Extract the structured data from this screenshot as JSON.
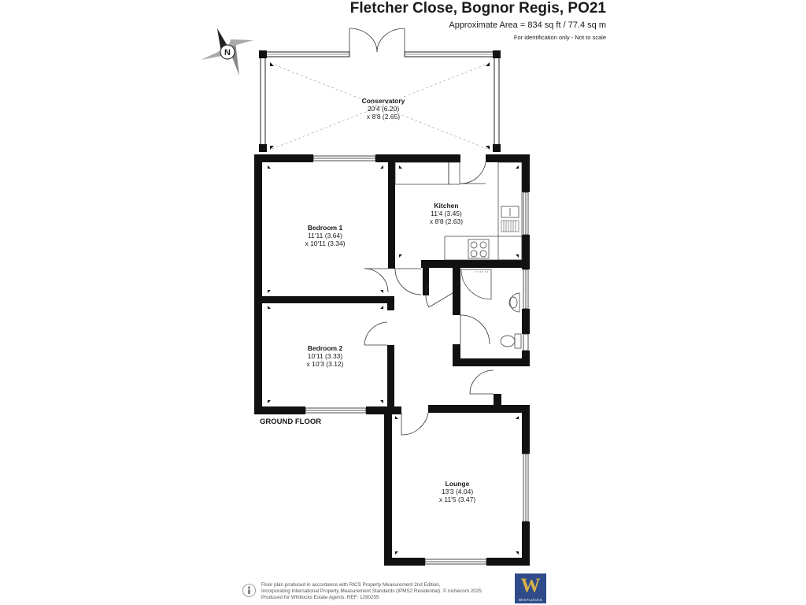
{
  "header": {
    "title": "Fletcher Close, Bognor Regis, PO21",
    "area": "Approximate Area = 834 sq ft / 77.4 sq m",
    "note": "For identification only - Not to scale"
  },
  "compass": {
    "letter": "N"
  },
  "rooms": {
    "conservatory": {
      "name": "Conservatory",
      "dim1": "20'4 (6.20)",
      "dim2": "x 8'8 (2.65)"
    },
    "kitchen": {
      "name": "Kitchen",
      "dim1": "11'4 (3.45)",
      "dim2": "x 8'8 (2.63)"
    },
    "bedroom1": {
      "name": "Bedroom 1",
      "dim1": "11'11 (3.64)",
      "dim2": "x 10'11 (3.34)"
    },
    "bedroom2": {
      "name": "Bedroom 2",
      "dim1": "10'11 (3.33)",
      "dim2": "x 10'3 (3.12)"
    },
    "lounge": {
      "name": "Lounge",
      "dim1": "13'3 (4.04)",
      "dim2": "x 11'5 (3.47)"
    }
  },
  "floor_label": "GROUND FLOOR",
  "footer": {
    "line1": "Floor plan produced in accordance with RICS Property Measurement 2nd Edition,",
    "line2": "Incorporating International Property Measurement Standards (IPMS2 Residential). © nichecom 2025.",
    "line3": "Produced for Whitlocks Estate Agents.   REF: 1290255"
  },
  "logo": {
    "letter": "W",
    "text": "WHITLOCKS",
    "color": "#2f4b8a",
    "accent": "#d9b048"
  }
}
